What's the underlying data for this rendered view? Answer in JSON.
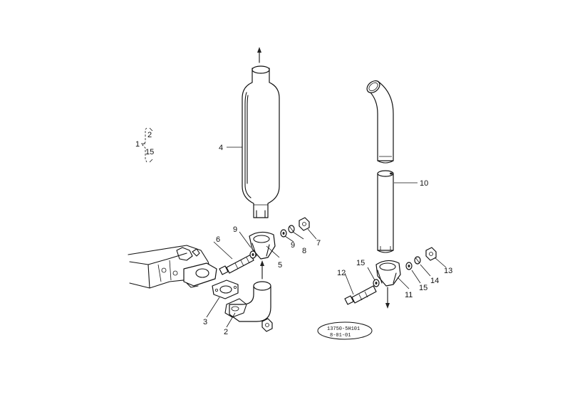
{
  "callouts": {
    "n1": "1",
    "n2_bracket": "2",
    "n15_bracket": "15",
    "n2": "2",
    "n3": "3",
    "n4": "4",
    "n5": "5",
    "n6": "6",
    "n7": "7",
    "n8": "8",
    "n9a": "9",
    "n9b": "9",
    "n10": "10",
    "n11": "11",
    "n12": "12",
    "n13": "13",
    "n14": "14",
    "n15a": "15",
    "n15b": "15"
  },
  "stamp": {
    "line1": "13750-5H101",
    "line2": "8-01-01"
  }
}
